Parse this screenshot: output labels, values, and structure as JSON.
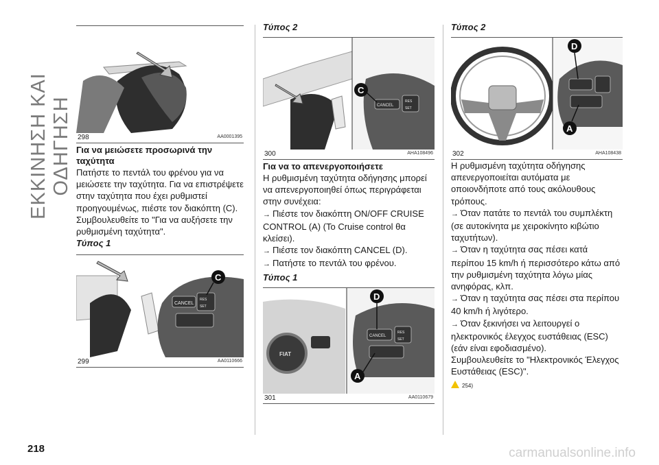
{
  "sidebar_title": "ΕΚΚΙΝΗΣΗ ΚΑΙ ΟΔΗΓΗΣΗ",
  "page_number": "218",
  "watermark": "carmanualsonline.info",
  "figures": {
    "f298": {
      "number": "298",
      "code": "AA0001395"
    },
    "f299": {
      "number": "299",
      "code": "AA0110666",
      "callouts": [
        "C"
      ],
      "labels": [
        "CANCEL",
        "RES",
        "SET"
      ]
    },
    "f300": {
      "number": "300",
      "code": "AHA108496",
      "callouts": [
        "C"
      ],
      "labels": [
        "CANCEL",
        "RES",
        "SET"
      ]
    },
    "f301": {
      "number": "301",
      "code": "AA0110679",
      "callouts": [
        "D",
        "A"
      ],
      "labels": [
        "CANCEL",
        "RES",
        "SET",
        "FIAT"
      ]
    },
    "f302": {
      "number": "302",
      "code": "AHA108438",
      "callouts": [
        "D",
        "A"
      ]
    }
  },
  "col1": {
    "heading": "Για να μειώσετε προσωρινά την ταχύτητα",
    "body": "Πατήστε το πεντάλ του φρένου για να μειώσετε την ταχύτητα. Για να επιστρέψετε στην ταχύτητα που έχει ρυθμιστεί προηγουμένως, πιέστε τον διακόπτη (C). Συμβουλευθείτε το \"Για να αυξήσετε την ρυθμισμένη ταχύτητα\".",
    "type_label": "Τύπος 1"
  },
  "col2": {
    "type_label": "Τύπος 2",
    "heading": "Για να το απενεργοποιήσετε",
    "body": "Η ρυθμισμένη ταχύτητα οδήγησης μπορεί να απενεργοποιηθεί όπως περιγράφεται στην συνέχεια:",
    "bullets": [
      "Πιέστε τον διακόπτη ON/OFF CRUISE CONTROL (A) (Το Cruise control θα κλείσει).",
      "Πιέστε τον διακόπτη CANCEL (D).",
      "Πατήστε το πεντάλ του φρένου."
    ],
    "type_label_2": "Τύπος 1"
  },
  "col3": {
    "type_label": "Τύπος 2",
    "body": "Η ρυθμισμένη ταχύτητα οδήγησης απενεργοποιείται αυτόματα με οποιονδήποτε από τους ακόλουθους τρόπους.",
    "bullets": [
      "Όταν πατάτε το πεντάλ του συμπλέκτη (σε αυτοκίνητα με χειροκίνητο κιβώτιο ταχυτήτων).",
      "Όταν η ταχύτητα σας πέσει κατά περίπου 15 km/h ή περισσότερο κάτω από την ρυθμισμένη ταχύτητα λόγω μίας ανηφόρας, κλπ.",
      "Όταν η ταχύτητα σας πέσει στα περίπου 40 km/h ή λιγότερο.",
      "Όταν ξεκινήσει να λειτουργεί ο ηλεκτρονικός έλεγχος ευστάθειας (ESC) (εάν είναι εφοδιασμένο)."
    ],
    "after": "Συμβουλευθείτε το \"Ηλεκτρονικός Έλεγχος Ευστάθειας (ESC)\".",
    "warning_ref": "254)"
  }
}
